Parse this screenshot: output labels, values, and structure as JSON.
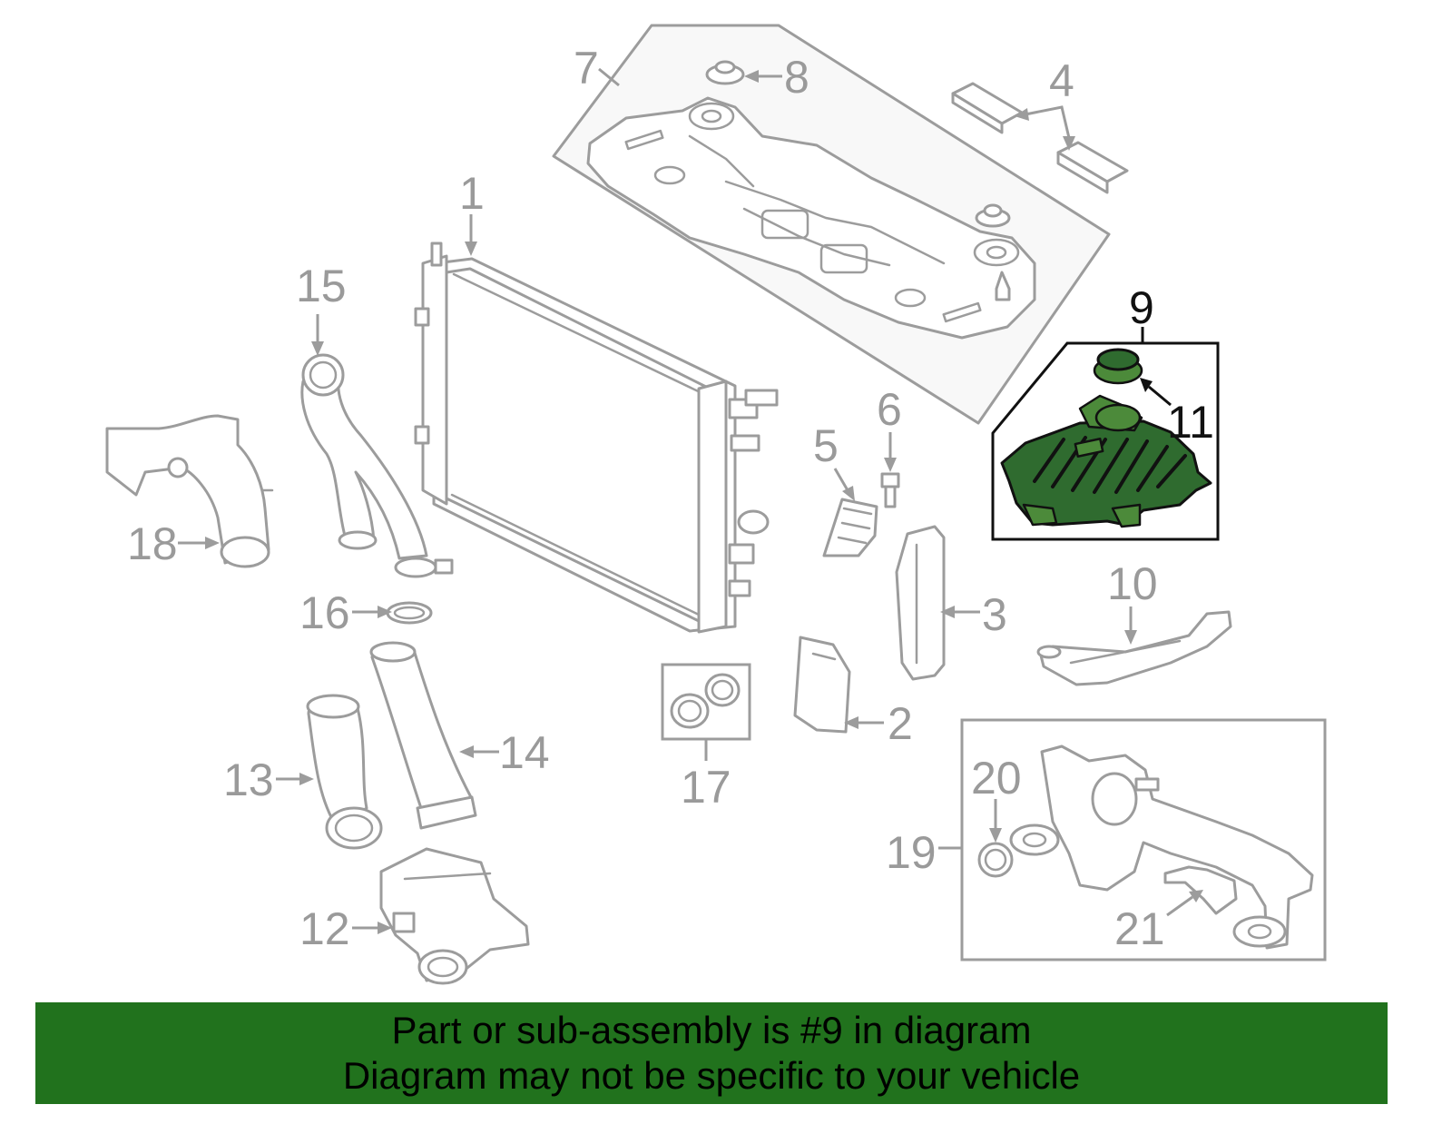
{
  "callouts": {
    "c1": "1",
    "c2": "2",
    "c3": "3",
    "c4": "4",
    "c5": "5",
    "c6": "6",
    "c7": "7",
    "c8": "8",
    "c9": "9",
    "c10": "10",
    "c11": "11",
    "c12": "12",
    "c13": "13",
    "c14": "14",
    "c15": "15",
    "c16": "16",
    "c17": "17",
    "c18": "18",
    "c19": "19",
    "c20": "20",
    "c21": "21"
  },
  "highlighted_part": "9",
  "colors": {
    "highlight_fill": "#2f6b2f",
    "part_outline": "#9c9c9c",
    "footer_background": "#21721d"
  },
  "footer": {
    "line1": "Part or sub-assembly is #9 in diagram",
    "line2": "Diagram may not be specific to your vehicle"
  }
}
